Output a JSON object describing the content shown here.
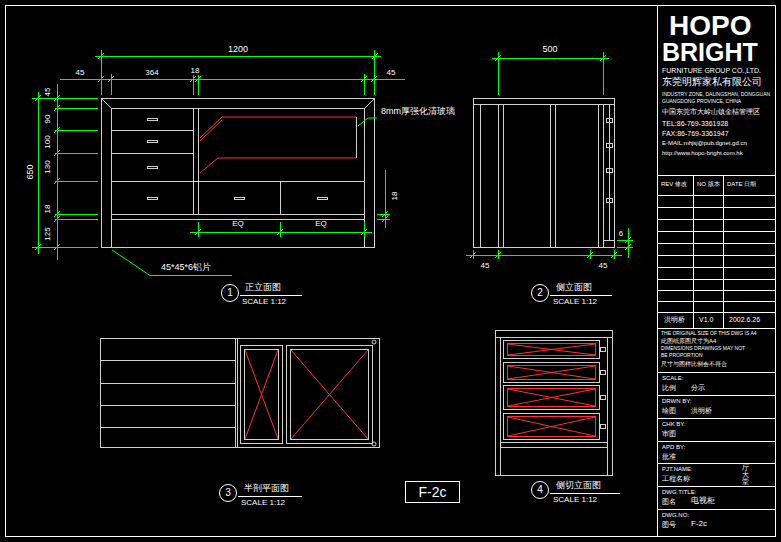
{
  "diagram": {
    "nodes": [
      {
        "text": [
          "1"
        ]
      },
      {
        "text": [
          "2"
        ]
      },
      {
        "text": [
          "3"
        ]
      },
      {
        "text": [
          "4"
        ]
      },
      {
        "text": [
          "F-2c"
        ]
      }
    ],
    "labels": [
      "1200",
      "45",
      "364",
      "18",
      "45",
      "650",
      "45",
      "90",
      "100",
      "130",
      "18",
      "125",
      "8mm厚强化清玻璃",
      "18",
      "EQ",
      "EQ",
      "45*45*6铝片",
      "正立面图",
      "SCALE 1:12",
      "500",
      "45",
      "45",
      "6",
      "侧立面图",
      "SCALE 1:12",
      "半剖平面图",
      "SCALE 1:12",
      "侧切立面图",
      "SCALE 1:12",
      "HOPO",
      "BRIGHT",
      "FURNITURE GROUP CO.,LTD.",
      "东莞明辉家私有限公司",
      "INDUSTRY ZONE, DALINGSHAN, DONGGUAN",
      "GUANGDONG PROVINCE, CHINA",
      "中国东莞市大岭山镇金桔管理区",
      "TEL:86-769-3361928",
      "FAX:86-769-3361947",
      "E-MAIL:mhjsj@pub.dgnet.gd.cn",
      "http://www.hopo-bright.com.hk",
      "REV 修改",
      "NO 版本",
      "DATE 日期",
      "洪明桥",
      "V1.0",
      "2002.6.26",
      "THE ORIGINAL SIZE OF THIS DWG IS A4",
      "此图纸原图尺寸为A4",
      "DIMENSIONS DRAWINGS MAY NOT",
      "BE PROPORTION",
      "尺寸与图样比例会不符合",
      "SCALE:",
      "比例",
      "分示",
      "DRWN BY:",
      "绘图",
      "洪明桥",
      "CHK BY:",
      "审图",
      "APD BY:",
      "批准",
      "PJT.NAME:",
      "工程名称",
      "厅大堂",
      "DWG.TITLE:",
      "图名",
      "电视柜",
      "DWG.NO:",
      "图号",
      "F-2c"
    ]
  }
}
